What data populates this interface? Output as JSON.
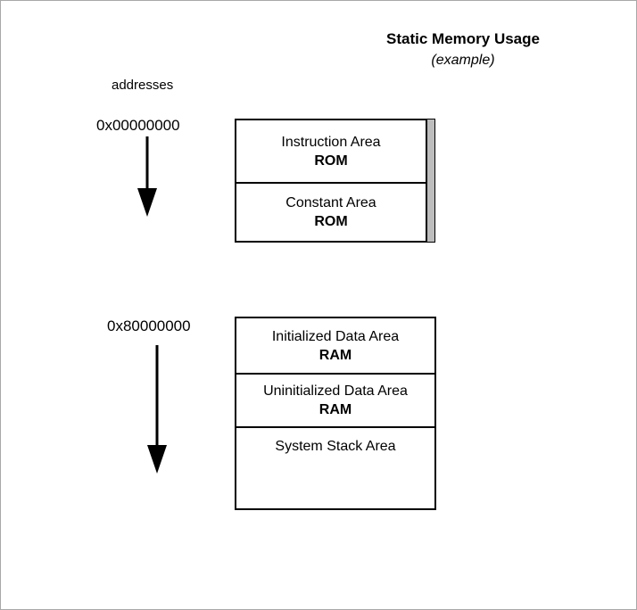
{
  "title": {
    "main": "Static Memory Usage",
    "sub": "(example)"
  },
  "address_column": {
    "label": "addresses",
    "rom_start": "0x00000000",
    "ram_start": "0x80000000"
  },
  "colors": {
    "outline": "#000000",
    "shadow_bar": "#bdbdbd",
    "background": "#ffffff"
  },
  "blocks": [
    {
      "id": "rom-block",
      "memory_type": "ROM",
      "start_address": "0x00000000",
      "has_shadow_bar": true,
      "rows": [
        {
          "name": "Instruction Area",
          "type": "ROM"
        },
        {
          "name": "Constant Area",
          "type": "ROM"
        }
      ]
    },
    {
      "id": "ram-block",
      "memory_type": "RAM",
      "start_address": "0x80000000",
      "has_shadow_bar": false,
      "rows": [
        {
          "name": "Initialized Data Area",
          "type": "RAM"
        },
        {
          "name": "Uninitialized Data Area",
          "type": "RAM"
        },
        {
          "name": "System Stack Area",
          "type": ""
        }
      ]
    }
  ],
  "arrows": [
    {
      "id": "rom-arrow",
      "direction": "down"
    },
    {
      "id": "ram-arrow",
      "direction": "down"
    }
  ]
}
